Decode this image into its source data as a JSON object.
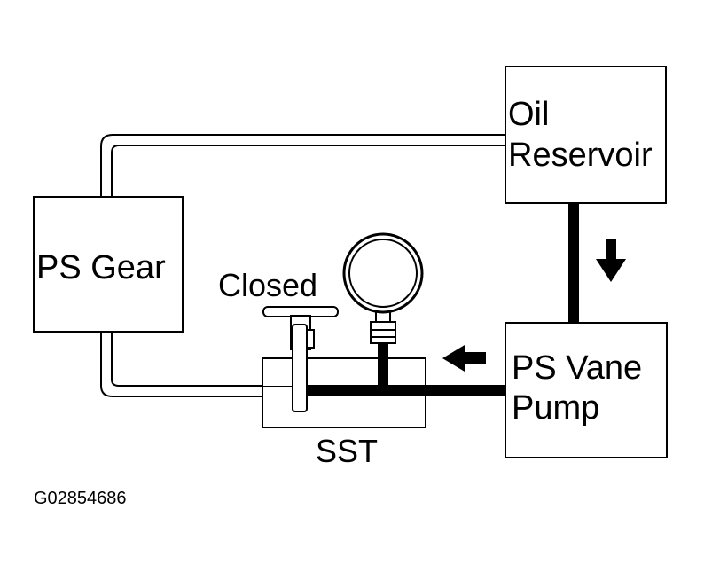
{
  "labels": {
    "oil_reservoir_line1": "Oil",
    "oil_reservoir_line2": "Reservoir",
    "ps_gear": "PS Gear",
    "ps_vane_pump_line1": "PS Vane",
    "ps_vane_pump_line2": "Pump",
    "valve_state": "Closed",
    "sst": "SST",
    "figure_code": "G02854686"
  },
  "colors": {
    "line": "#000000",
    "background": "#ffffff"
  }
}
